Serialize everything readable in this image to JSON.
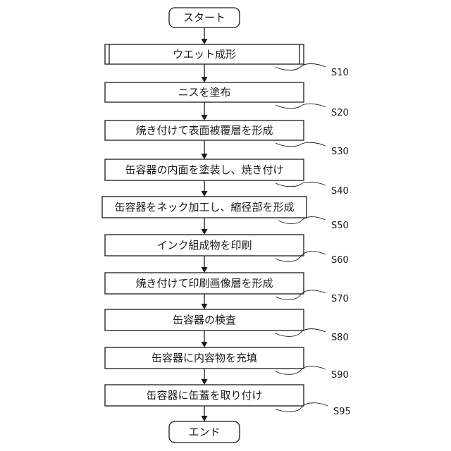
{
  "start": {
    "label": "スタート"
  },
  "end": {
    "label": "エンド"
  },
  "steps": [
    {
      "label": "ウエット成形",
      "code": "S10",
      "style": "predefined"
    },
    {
      "label": "ニスを塗布",
      "code": "S20",
      "style": "process"
    },
    {
      "label": "焼き付けて表面被覆層を形成",
      "code": "S30",
      "style": "process"
    },
    {
      "label": "缶容器の内面を塗装し、焼き付け",
      "code": "S40",
      "style": "process"
    },
    {
      "label": "缶容器をネック加工し、縮径部を形成",
      "code": "S50",
      "style": "process"
    },
    {
      "label": "インク組成物を印刷",
      "code": "S60",
      "style": "process"
    },
    {
      "label": "焼き付けて印刷画像層を形成",
      "code": "S70",
      "style": "process"
    },
    {
      "label": "缶容器の検査",
      "code": "S80",
      "style": "process"
    },
    {
      "label": "缶容器に内容物を充填",
      "code": "S90",
      "style": "process"
    },
    {
      "label": "缶容器に缶蓋を取り付け",
      "code": "S95",
      "style": "process"
    }
  ],
  "colors": {
    "stroke": "#1a1a1a",
    "background": "#ffffff"
  }
}
